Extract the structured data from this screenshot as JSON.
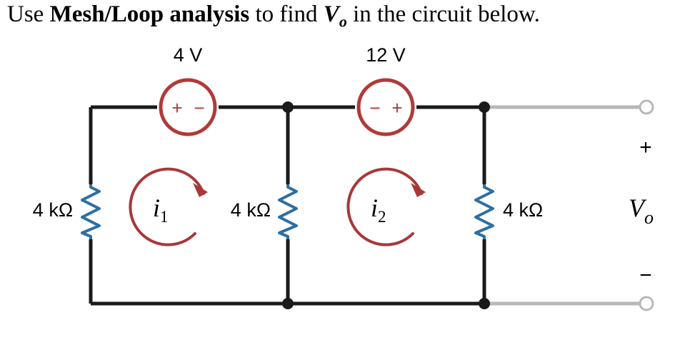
{
  "question": {
    "prefix": "Use ",
    "method": "Mesh/Loop analysis",
    "middle": " to find ",
    "variable": "V",
    "variable_sub": "o",
    "suffix": " in the circuit below."
  },
  "circuit": {
    "sources": [
      {
        "label": "4 V",
        "polarity_left": "+",
        "polarity_right": "−"
      },
      {
        "label": "12 V",
        "polarity_left": "−",
        "polarity_right": "+"
      }
    ],
    "resistors": [
      {
        "label": "4 kΩ"
      },
      {
        "label": "4 kΩ"
      },
      {
        "label": "4 kΩ"
      }
    ],
    "mesh_currents": [
      {
        "symbol": "i",
        "sub": "1"
      },
      {
        "symbol": "i",
        "sub": "2"
      }
    ],
    "output": {
      "plus": "+",
      "minus": "−",
      "symbol": "V",
      "sub": "o"
    },
    "colors": {
      "wire": "#1a1a1a",
      "open_wire": "#b8b8b8",
      "resistor": "#2d6fa3",
      "source": "#b03a3a",
      "mesh_arrow": "#a83838"
    }
  }
}
